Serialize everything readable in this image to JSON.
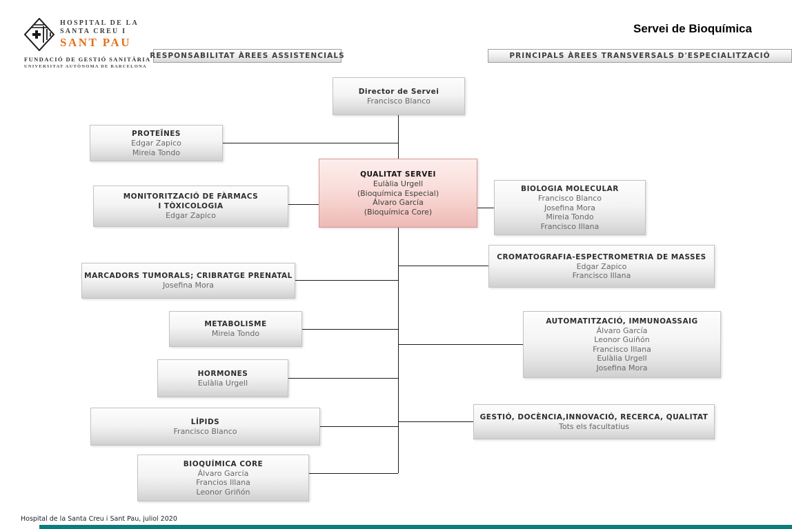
{
  "title": "Servei de Bioquímica",
  "logo": {
    "hospital_line1": "HOSPITAL DE LA",
    "hospital_line2": "SANTA CREU I",
    "hospital_line3": "SANT PAU",
    "fundacio": "FUNDACIÓ DE GESTIÓ SANITÀRIA",
    "universitat": "UNIVERSITAT AUTÒNOMA DE BARCELONA"
  },
  "section_headers": {
    "left": "RESPONSABILITAT ÀREES ASSISTENCIALS",
    "right": "PRINCIPALS ÀREES TRANSVERSALS D'ESPECIALITZACIÓ"
  },
  "boxes": {
    "director": {
      "title": "Director de Servei",
      "members": [
        "Francisco Blanco"
      ]
    },
    "qualitat": {
      "title": "QUALITAT SERVEI",
      "members": [
        "Eulàlia Urgell",
        "(Bioquímica Especial)",
        "Álvaro García",
        "(Bioquímica Core)"
      ]
    },
    "proteines": {
      "title": "PROTEÏNES",
      "members": [
        "Edgar Zapico",
        "Mireia Tondo"
      ]
    },
    "monitoritzacio": {
      "title": "MONITORITZACIÓ DE FÀRMACS\nI TÒXICOLOGIA",
      "members": [
        "Edgar Zapico"
      ]
    },
    "marcadors": {
      "title": "MARCADORS TUMORALS; CRIBRATGE PRENATAL",
      "members": [
        "Josefina Mora"
      ]
    },
    "metabolisme": {
      "title": "METABOLISME",
      "members": [
        "Mireia Tondo"
      ]
    },
    "hormones": {
      "title": "HORMONES",
      "members": [
        "Eulàlia Urgell"
      ]
    },
    "lipids": {
      "title": "LÍPIDS",
      "members": [
        "Francisco Blanco"
      ]
    },
    "bioquimica_core": {
      "title": "BIOQUÍMICA CORE",
      "members": [
        "Álvaro García",
        "Francios Illana",
        "Leonor Griñón"
      ]
    },
    "biologia_molecular": {
      "title": "BIOLOGIA MOLECULAR",
      "members": [
        "Francisco Blanco",
        "Josefina Mora",
        "Mireia Tondo",
        "Francisco Illana"
      ]
    },
    "cromatografia": {
      "title": "CROMATOGRAFIA-ESPECTROMETRIA DE MASSES",
      "members": [
        "Edgar Zapico",
        "Francisco Illana"
      ]
    },
    "automatitzacio": {
      "title": "AUTOMATITZACIÓ, IMMUNOASSAIG",
      "members": [
        "Álvaro García",
        "Leonor Guiñón",
        "Francisco Illana",
        "Eulàlia Urgell",
        "Josefina Mora"
      ]
    },
    "gestio": {
      "title": "GESTIÓ, DOCÈNCIA,INNOVACIÓ, RECERCA, QUALITAT",
      "members": [
        "Tots els facultatius"
      ]
    }
  },
  "footer": {
    "text": "Hospital de la Santa Creu i Sant Pau, juliol 2020"
  },
  "colors": {
    "highlight_box_border": "#d79490",
    "highlight_box_fill": "#f2c6c2",
    "logo_accent_orange": "#e2711d",
    "footer_bar_teal": "#0d7d7c"
  }
}
